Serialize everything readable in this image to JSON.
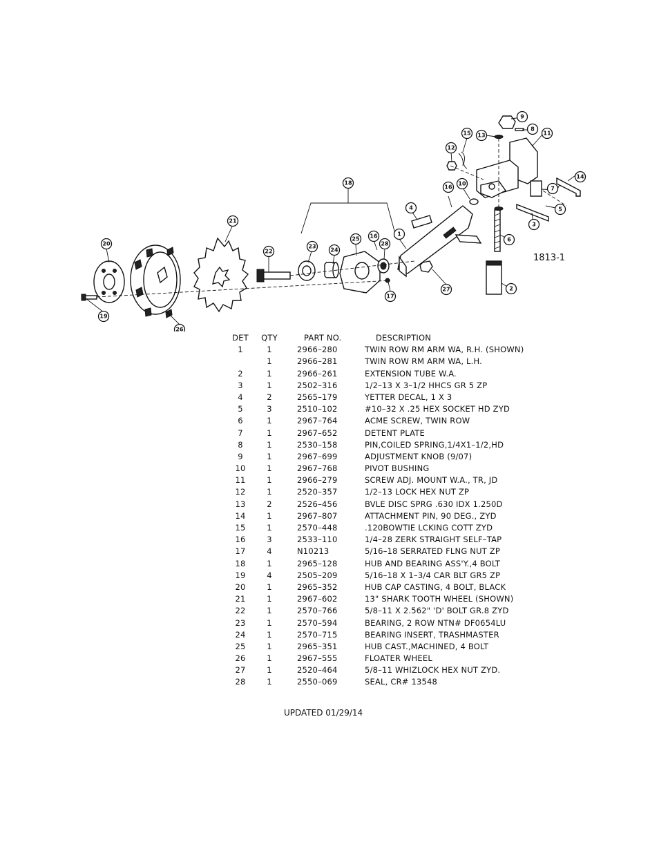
{
  "drawing": {
    "id_label": "1813-1",
    "callouts": [
      "1",
      "2",
      "3",
      "4",
      "5",
      "6",
      "7",
      "8",
      "9",
      "10",
      "11",
      "12",
      "13",
      "14",
      "15",
      "16",
      "16",
      "17",
      "18",
      "19",
      "20",
      "21",
      "22",
      "23",
      "24",
      "25",
      "26",
      "27",
      "28"
    ]
  },
  "table": {
    "headers": {
      "det": "DET",
      "qty": "QTY",
      "part_no": "PART NO.",
      "description": "DESCRIPTION"
    },
    "rows": [
      {
        "det": "1",
        "qty": "1",
        "part_no": "2966–280",
        "description": "TWIN ROW RM ARM WA, R.H. (SHOWN)"
      },
      {
        "det": "",
        "qty": "1",
        "part_no": "2966–281",
        "description": "TWIN ROW RM ARM WA, L.H."
      },
      {
        "det": "2",
        "qty": "1",
        "part_no": "2966–261",
        "description": "EXTENSION TUBE W.A."
      },
      {
        "det": "3",
        "qty": "1",
        "part_no": "2502–316",
        "description": "1/2–13 X 3–1/2 HHCS GR 5 ZP"
      },
      {
        "det": "4",
        "qty": "2",
        "part_no": "2565–179",
        "description": "YETTER DECAL, 1 X 3"
      },
      {
        "det": "5",
        "qty": "3",
        "part_no": "2510–102",
        "description": "#10–32 X .25 HEX SOCKET HD ZYD"
      },
      {
        "det": "6",
        "qty": "1",
        "part_no": "2967–764",
        "description": "ACME SCREW, TWIN ROW"
      },
      {
        "det": "7",
        "qty": "1",
        "part_no": "2967–652",
        "description": "DETENT PLATE"
      },
      {
        "det": "8",
        "qty": "1",
        "part_no": "2530–158",
        "description": "PIN,COILED SPRING,1/4X1–1/2,HD"
      },
      {
        "det": "9",
        "qty": "1",
        "part_no": "2967–699",
        "description": "ADJUSTMENT KNOB (9/07)"
      },
      {
        "det": "10",
        "qty": "1",
        "part_no": "2967–768",
        "description": "PIVOT BUSHING"
      },
      {
        "det": "11",
        "qty": "1",
        "part_no": "2966–279",
        "description": "SCREW ADJ. MOUNT W.A., TR, JD"
      },
      {
        "det": "12",
        "qty": "1",
        "part_no": "2520–357",
        "description": "1/2–13 LOCK HEX NUT ZP"
      },
      {
        "det": "13",
        "qty": "2",
        "part_no": "2526–456",
        "description": "BVLE DISC SPRG .630 IDX 1.250D"
      },
      {
        "det": "14",
        "qty": "1",
        "part_no": "2967–807",
        "description": "ATTACHMENT PIN, 90 DEG., ZYD"
      },
      {
        "det": "15",
        "qty": "1",
        "part_no": "2570–448",
        "description": ".120BOWTIE LCKING COTT ZYD"
      },
      {
        "det": "16",
        "qty": "3",
        "part_no": "2533–110",
        "description": "1/4–28 ZERK STRAIGHT SELF–TAP"
      },
      {
        "det": "17",
        "qty": "4",
        "part_no": "N10213",
        "description": "5/16–18 SERRATED FLNG NUT ZP"
      },
      {
        "det": "18",
        "qty": "1",
        "part_no": "2965–128",
        "description": "HUB AND BEARING ASS'Y.,4 BOLT"
      },
      {
        "det": "19",
        "qty": "4",
        "part_no": "2505–209",
        "description": "5/16–18 X 1–3/4 CAR BLT GR5 ZP"
      },
      {
        "det": "20",
        "qty": "1",
        "part_no": "2965–352",
        "description": "HUB CAP CASTING, 4 BOLT, BLACK"
      },
      {
        "det": "21",
        "qty": "1",
        "part_no": "2967–602",
        "description": "13\" SHARK TOOTH WHEEL (SHOWN)"
      },
      {
        "det": "22",
        "qty": "1",
        "part_no": "2570–766",
        "description": "5/8–11 X 2.562\" 'D' BOLT GR.8 ZYD"
      },
      {
        "det": "23",
        "qty": "1",
        "part_no": "2570–594",
        "description": "BEARING, 2 ROW NTN# DF0654LU"
      },
      {
        "det": "24",
        "qty": "1",
        "part_no": "2570–715",
        "description": "BEARING INSERT, TRASHMASTER"
      },
      {
        "det": "25",
        "qty": "1",
        "part_no": "2965–351",
        "description": "HUB CAST.,MACHINED, 4 BOLT"
      },
      {
        "det": "26",
        "qty": "1",
        "part_no": "2967–555",
        "description": "FLOATER WHEEL"
      },
      {
        "det": "27",
        "qty": "1",
        "part_no": "2520–464",
        "description": "5/8–11 WHIZLOCK HEX NUT ZYD."
      },
      {
        "det": "28",
        "qty": "1",
        "part_no": "2550–069",
        "description": "SEAL, CR# 13548"
      }
    ]
  },
  "footer": {
    "updated": "UPDATED 01/29/14"
  }
}
